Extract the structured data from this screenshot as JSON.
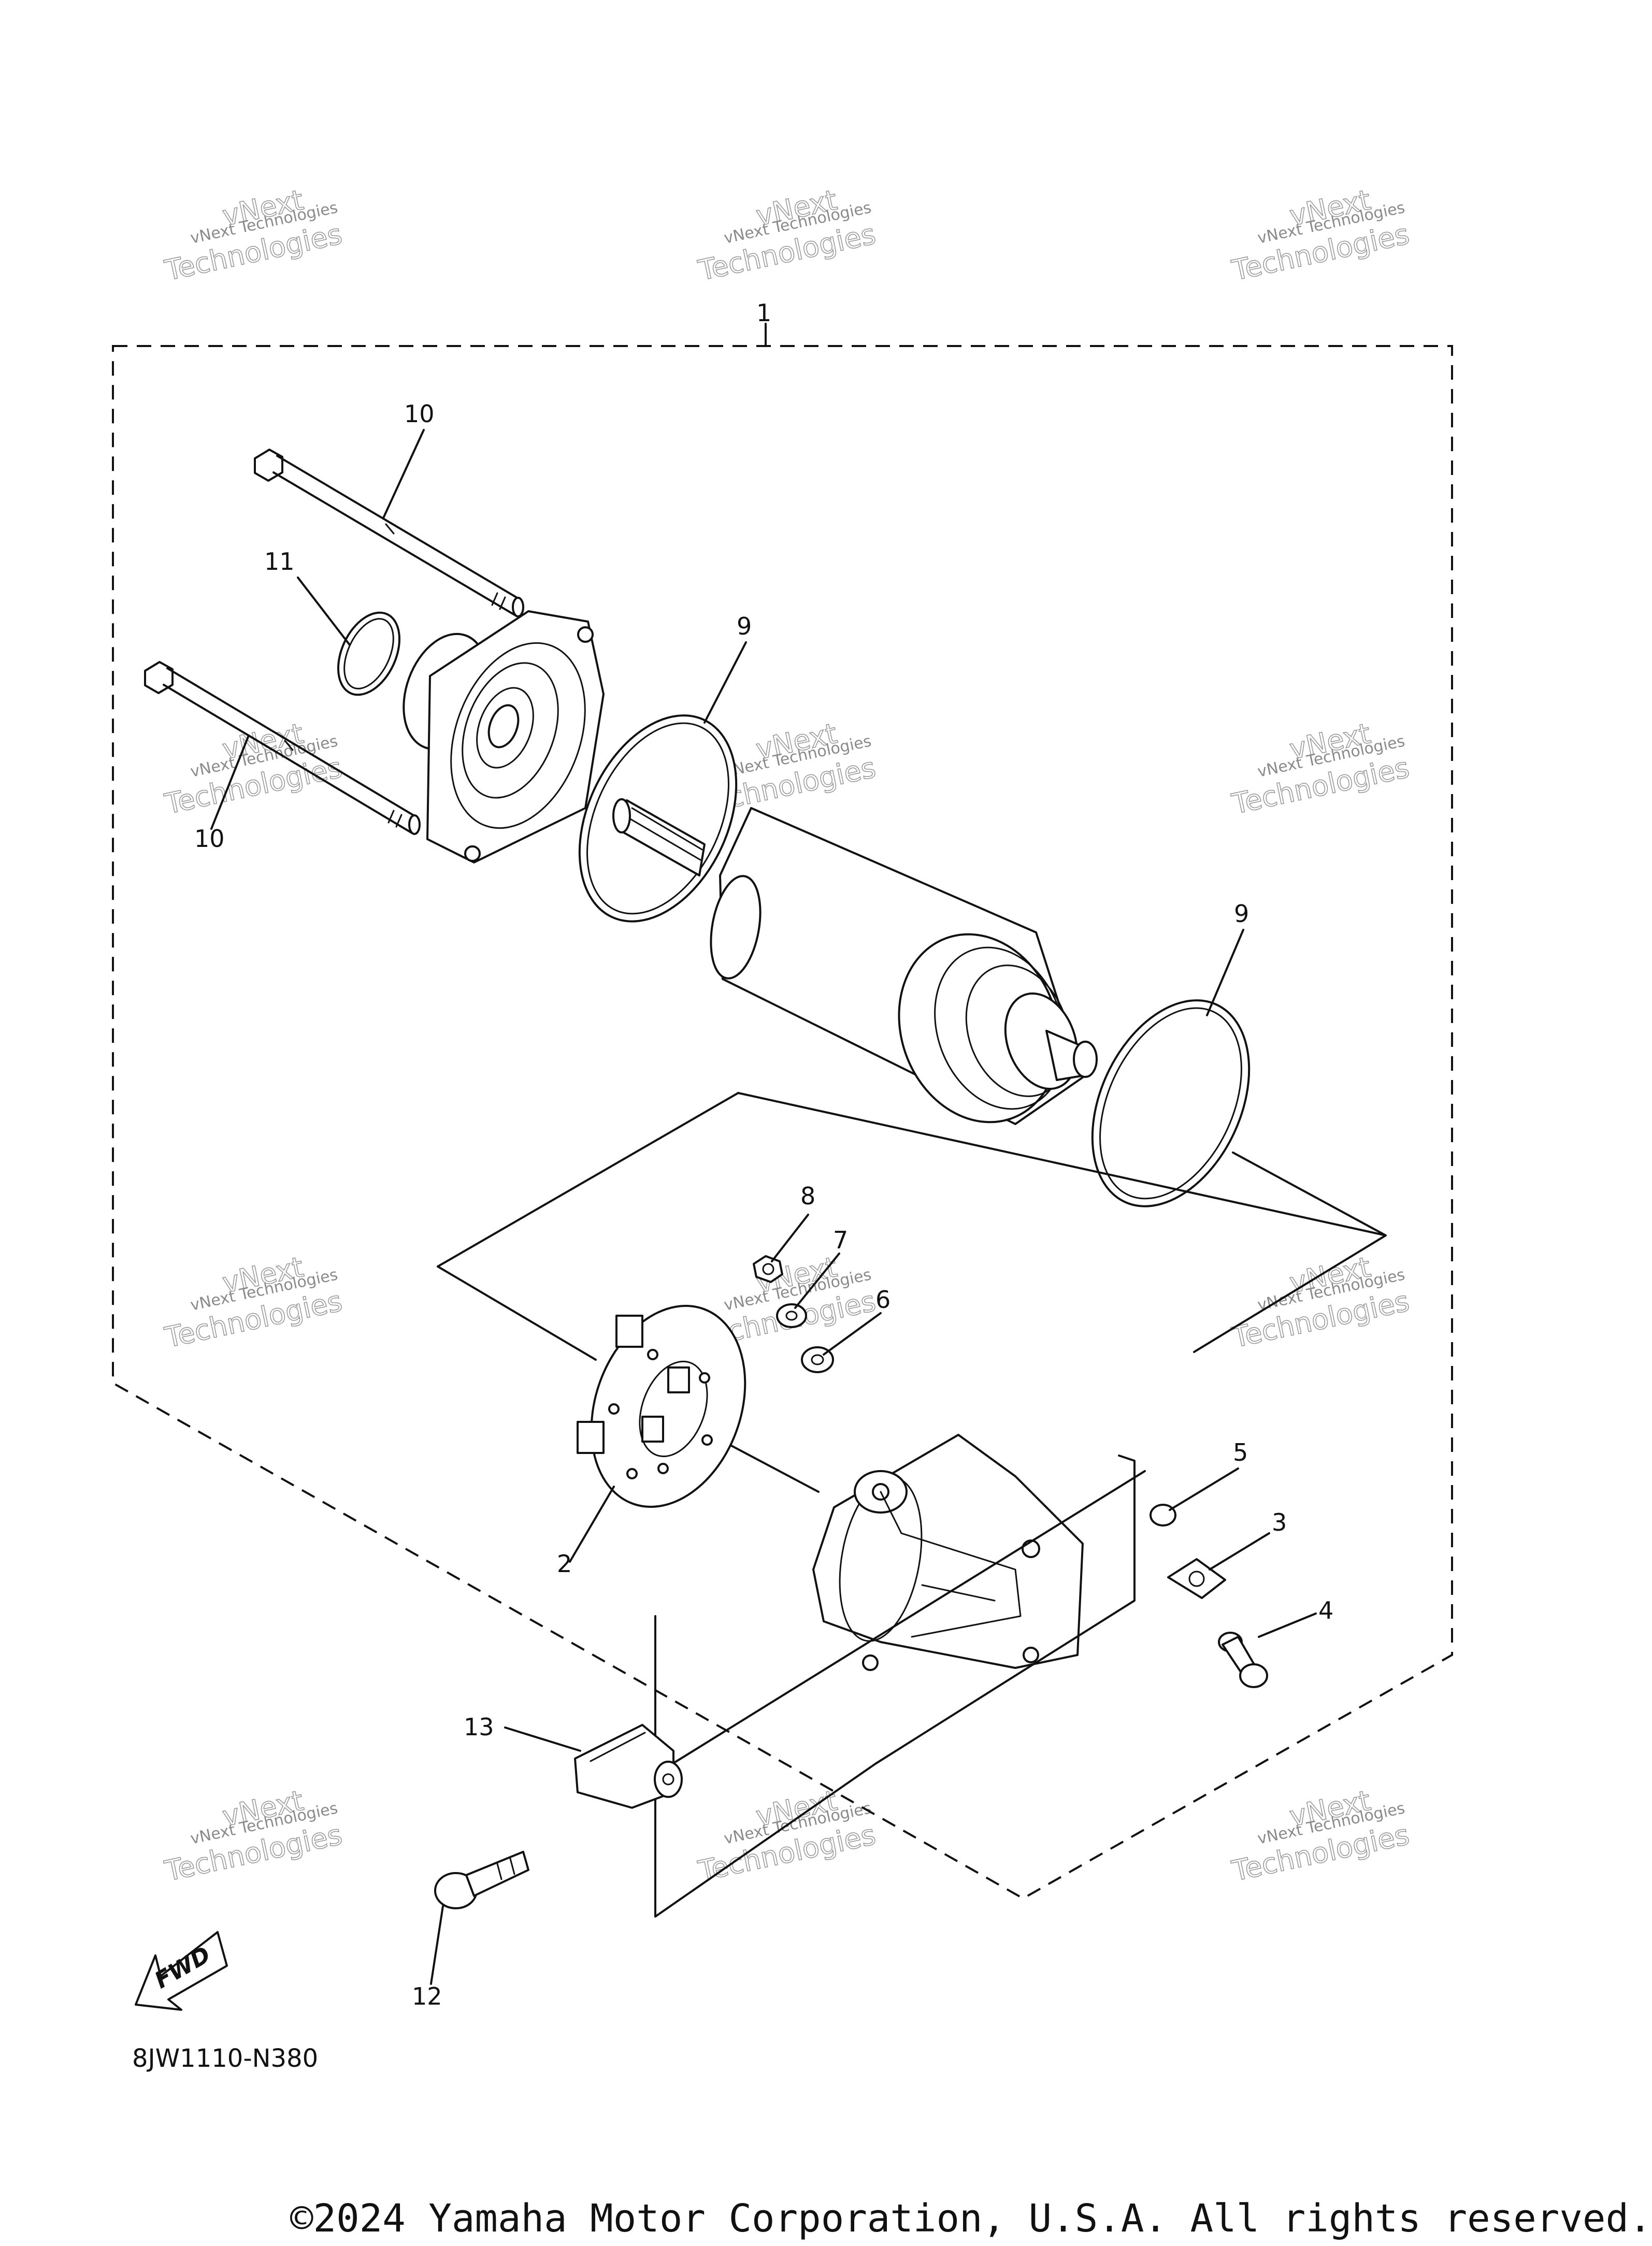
{
  "diagram": {
    "code": "8JW1110-N380",
    "fwd_label": "FWD",
    "copyright": "©2024 Yamaha Motor Corporation, U.S.A. All rights reserved.",
    "callouts": [
      "1",
      "10",
      "11",
      "9",
      "10",
      "9",
      "8",
      "7",
      "6",
      "2",
      "5",
      "3",
      "4",
      "13",
      "12"
    ],
    "watermark": {
      "line1": "vNext Technologies",
      "line2": "vNext",
      "line3": "Technologies"
    }
  }
}
